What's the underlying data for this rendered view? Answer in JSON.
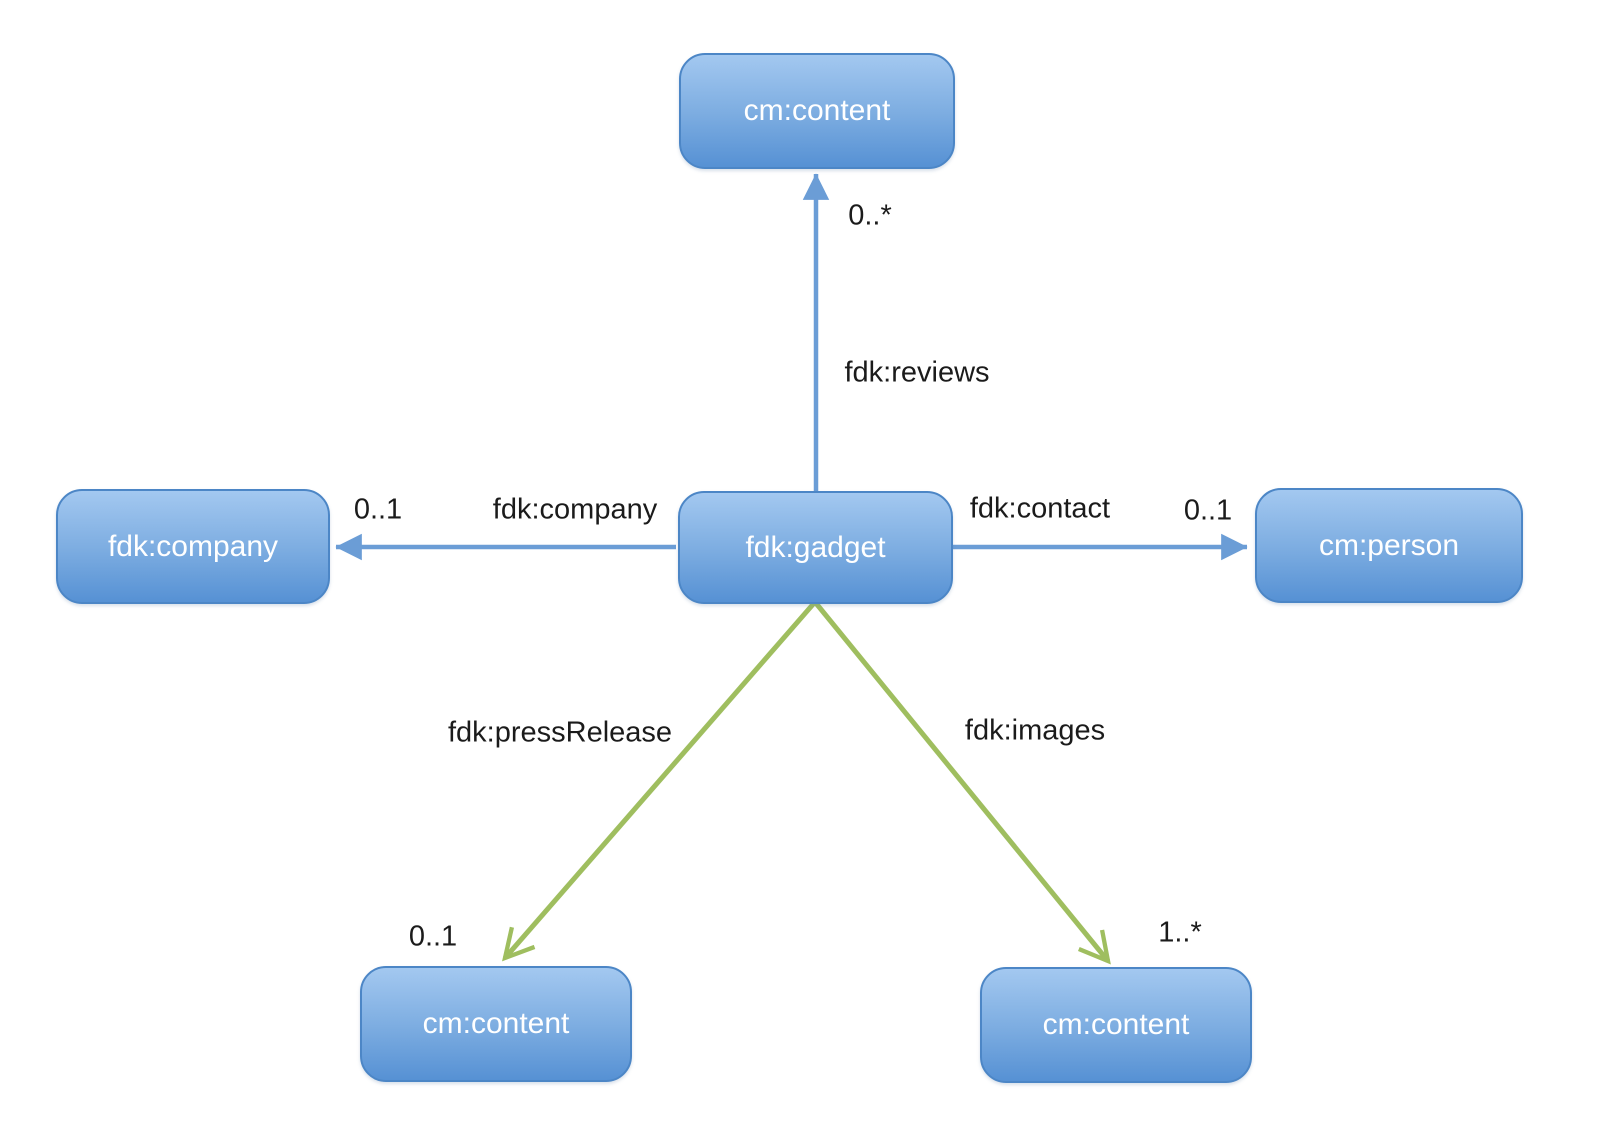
{
  "diagram": {
    "type": "content-model-association-diagram",
    "colors": {
      "node_fill_top": "#a3c8f0",
      "node_fill_mid": "#7dade1",
      "node_fill_bottom": "#5691d4",
      "node_border": "#4c86c6",
      "node_text": "#ffffff",
      "blue_edge": "#6b9dd6",
      "green_edge": "#9fbe5f",
      "label_text": "#1b1b1b",
      "background": "#ffffff"
    },
    "nodes": [
      {
        "id": "content-top",
        "label": "cm:content"
      },
      {
        "id": "company",
        "label": "fdk:company"
      },
      {
        "id": "gadget",
        "label": "fdk:gadget"
      },
      {
        "id": "person",
        "label": "cm:person"
      },
      {
        "id": "content-press-release",
        "label": "cm:content"
      },
      {
        "id": "content-images",
        "label": "cm:content"
      }
    ],
    "edges": [
      {
        "name": "fdk:reviews",
        "multiplicity": "0..*",
        "from": "gadget",
        "to": "content-top",
        "color": "blue"
      },
      {
        "name": "fdk:company",
        "multiplicity": "0..1",
        "from": "gadget",
        "to": "company",
        "color": "blue"
      },
      {
        "name": "fdk:contact",
        "multiplicity": "0..1",
        "from": "gadget",
        "to": "person",
        "color": "blue"
      },
      {
        "name": "fdk:pressRelease",
        "multiplicity": "0..1",
        "from": "gadget",
        "to": "content-press-release",
        "color": "green"
      },
      {
        "name": "fdk:images",
        "multiplicity": "1..*",
        "from": "gadget",
        "to": "content-images",
        "color": "green"
      }
    ]
  }
}
